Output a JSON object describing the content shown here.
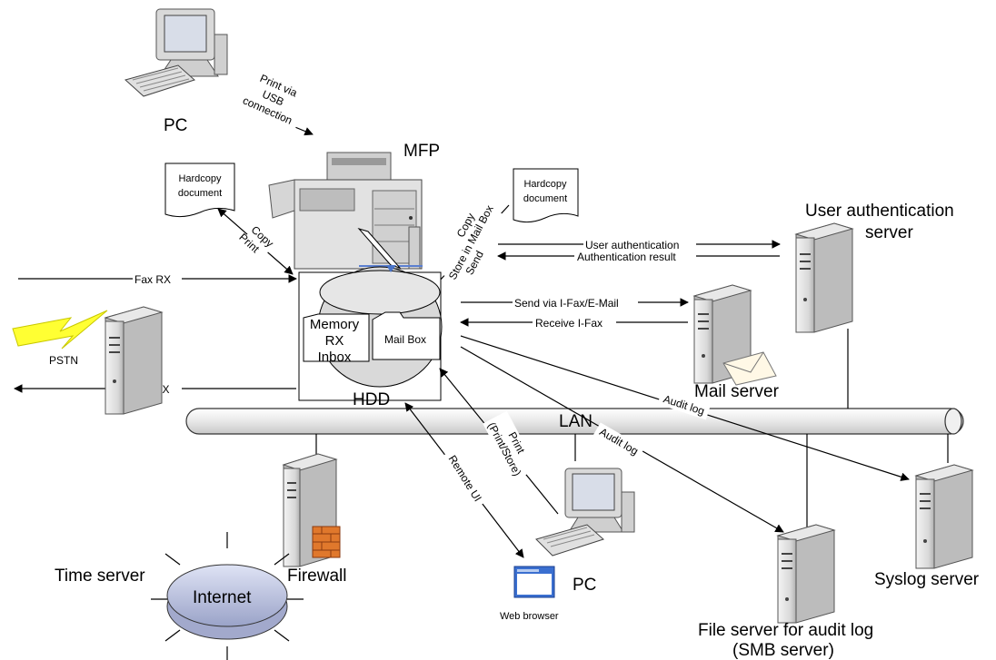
{
  "labels": {
    "pc_top": "PC",
    "usb": [
      "Print via",
      "USB",
      "connection"
    ],
    "mfp": "MFP",
    "hardcopy": [
      "Hardcopy",
      "document"
    ],
    "copy": "Copy",
    "print": "Print",
    "copy2": "Copy",
    "store_mailbox": "Store in Mail Box",
    "send": "Send",
    "user_auth": "User authentication",
    "auth_result": "Authentication result",
    "user_auth_server": [
      "User authentication",
      "server"
    ],
    "fax_rx": "Fax RX",
    "fax_tx": "Fax TX",
    "pstn": "PSTN",
    "memory_rx_inbox": [
      "Memory",
      "RX",
      "Inbox"
    ],
    "mail_box": "Mail Box",
    "hdd": "HDD",
    "send_ifax": "Send via I-Fax/E-Mail",
    "receive_ifax": "Receive I-Fax",
    "mail_server": "Mail server",
    "audit_log_1": "Audit log",
    "audit_log_2": "Audit log",
    "lan": "LAN",
    "print_store": [
      "Print",
      "(Print/Store)"
    ],
    "remote_ui": "Remote UI",
    "time_server": "Time server",
    "firewall": "Firewall",
    "internet": "Internet",
    "web_browser": "Web browser",
    "pc_bottom": "PC",
    "file_server": [
      "File server for audit log",
      "(SMB server)"
    ],
    "syslog_server": "Syslog server"
  }
}
